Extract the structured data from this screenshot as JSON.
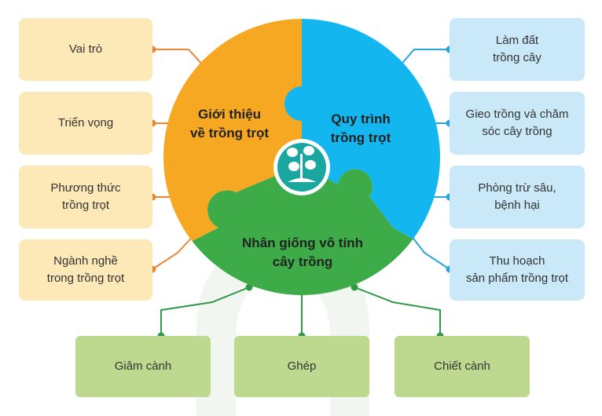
{
  "colors": {
    "orange": "#f7a823",
    "blue": "#13b6ee",
    "green": "#3cab48",
    "left_box": "#fde8b8",
    "right_box": "#c9e8f8",
    "bottom_box": "#bcd98f",
    "orange_line": "#e9863a",
    "blue_line": "#2aa4dd",
    "green_line": "#2e9a48"
  },
  "center": {
    "piece_orange": "Giới thiệu\nvề trồng trọt",
    "piece_blue": "Quy trình\ntrồng trọt",
    "piece_green": "Nhân giống vô tính\ncây trồng",
    "emblem_icon": "plant-icon"
  },
  "left_boxes": [
    "Vai trò",
    "Triển vọng",
    "Phương thức\ntrồng trọt",
    "Ngành nghề\ntrong trồng trọt"
  ],
  "right_boxes": [
    "Làm đất\ntrồng cây",
    "Gieo trồng và chăm\nsóc cây trồng",
    "Phòng trừ sâu,\nbệnh hại",
    "Thu hoạch\nsản phẩm trồng trọt"
  ],
  "bottom_boxes": [
    "Giâm cành",
    "Ghép",
    "Chiết cành"
  ]
}
